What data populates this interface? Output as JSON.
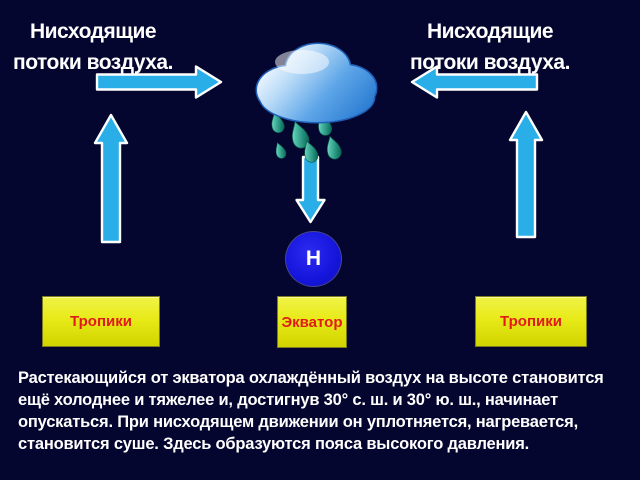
{
  "slide": {
    "headings": {
      "left": "Нисходящие потоки воздуха.",
      "right": "Нисходящие потоки воздуха."
    },
    "pressure_marker": "Н",
    "region_labels": {
      "left": "Тропики",
      "center": "Экватор",
      "right": "Тропики"
    },
    "paragraph": "Растекающийся от экватора охлаждённый воздух на высоте становится ещё холоднее и тяжелее и, достигнув 30° с. ш. и 30° ю. ш., начинает опускаться. При нисходящем движении он уплотняется, нагревается, становится суше. Здесь образуются пояса высокого давления.",
    "icons": {
      "cloud": "rain-cloud-icon",
      "arrow_toward_cloud_left": "arrow-right-icon",
      "arrow_toward_cloud_right": "arrow-left-icon",
      "ascending_left": "arrow-up-icon",
      "ascending_right": "arrow-up-icon",
      "descending_center": "arrow-down-icon",
      "pressure_circle": "low-pressure-marker"
    },
    "colors": {
      "background": "#05062f",
      "arrow_fill": "#2aaee8",
      "arrow_outline": "#ffffff",
      "pressure_circle_fill": "#1616dd",
      "label_background": "#e8ea18",
      "label_text": "#e11b1b",
      "heading_text": "#ffffff",
      "paragraph_text": "#ffffff",
      "cloud_blue": "#3f8fdc",
      "raindrop_teal": "#1f8a72"
    }
  }
}
